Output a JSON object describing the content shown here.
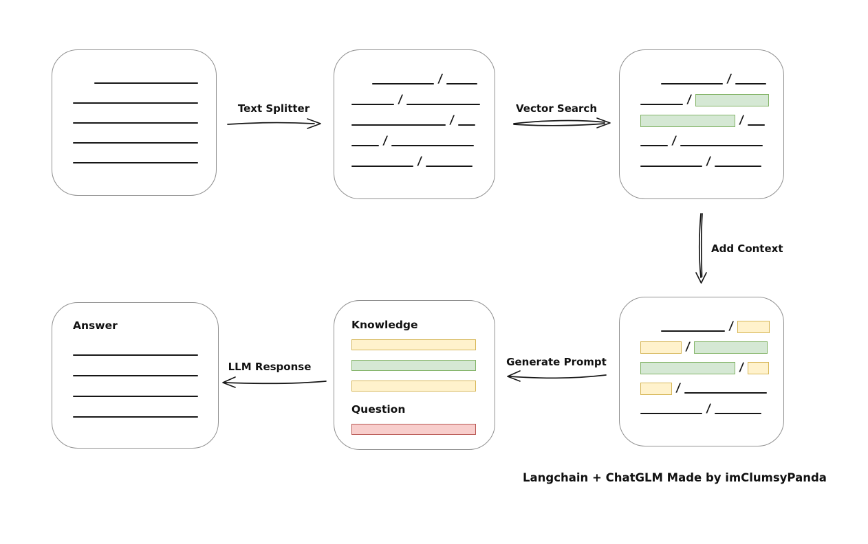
{
  "colors": {
    "background": "#ffffff",
    "box_border": "#8f8f8f",
    "stroke": "#161616",
    "green_fill": "#d5e8d4",
    "green_border": "#82b366",
    "yellow_fill": "#fff2cc",
    "yellow_border": "#d6b656",
    "red_fill": "#f8cecc",
    "red_border": "#b85450"
  },
  "glyphs": {
    "slash": "/"
  },
  "nodes": {
    "source_document": {
      "lines": [
        {
          "indent": 61,
          "w": 151
        },
        {
          "indent": 30,
          "w": 182
        },
        {
          "indent": 30,
          "w": 182
        },
        {
          "indent": 30,
          "w": 182
        },
        {
          "indent": 30,
          "w": 182
        }
      ]
    },
    "split_chunks": {
      "rows": [
        {
          "indent": 55,
          "segs": [
            {
              "k": "line",
              "w": 90
            },
            {
              "k": "slash"
            },
            {
              "k": "line",
              "w": 45
            }
          ]
        },
        {
          "indent": 25,
          "segs": [
            {
              "k": "line",
              "w": 62
            },
            {
              "k": "slash"
            },
            {
              "k": "line",
              "w": 107
            }
          ]
        },
        {
          "indent": 25,
          "segs": [
            {
              "k": "line",
              "w": 137
            },
            {
              "k": "slash"
            },
            {
              "k": "line",
              "w": 25
            }
          ]
        },
        {
          "indent": 25,
          "segs": [
            {
              "k": "line",
              "w": 40
            },
            {
              "k": "slash"
            },
            {
              "k": "line",
              "w": 120
            }
          ]
        },
        {
          "indent": 25,
          "segs": [
            {
              "k": "line",
              "w": 90
            },
            {
              "k": "slash"
            },
            {
              "k": "line",
              "w": 68
            }
          ]
        }
      ]
    },
    "matched_chunks": {
      "rows": [
        {
          "indent": 60,
          "segs": [
            {
              "k": "line",
              "w": 90
            },
            {
              "k": "slash"
            },
            {
              "k": "line",
              "w": 45
            }
          ]
        },
        {
          "indent": 30,
          "segs": [
            {
              "k": "line",
              "w": 62
            },
            {
              "k": "slash"
            },
            {
              "k": "green",
              "w": 107
            }
          ]
        },
        {
          "indent": 30,
          "segs": [
            {
              "k": "green",
              "w": 138
            },
            {
              "k": "slash"
            },
            {
              "k": "line",
              "w": 25
            }
          ]
        },
        {
          "indent": 30,
          "segs": [
            {
              "k": "line",
              "w": 40
            },
            {
              "k": "slash"
            },
            {
              "k": "line",
              "w": 120
            }
          ]
        },
        {
          "indent": 30,
          "segs": [
            {
              "k": "line",
              "w": 90
            },
            {
              "k": "slash"
            },
            {
              "k": "line",
              "w": 68
            }
          ]
        }
      ]
    },
    "context_chunks": {
      "rows": [
        {
          "indent": 60,
          "segs": [
            {
              "k": "line",
              "w": 93
            },
            {
              "k": "slash"
            },
            {
              "k": "yellow",
              "w": 47
            }
          ]
        },
        {
          "indent": 30,
          "segs": [
            {
              "k": "yellow",
              "w": 60
            },
            {
              "k": "slash"
            },
            {
              "k": "green",
              "w": 107
            }
          ]
        },
        {
          "indent": 30,
          "segs": [
            {
              "k": "green",
              "w": 138
            },
            {
              "k": "slash"
            },
            {
              "k": "yellow",
              "w": 31
            }
          ]
        },
        {
          "indent": 30,
          "segs": [
            {
              "k": "yellow",
              "w": 46
            },
            {
              "k": "slash"
            },
            {
              "k": "line",
              "w": 120
            }
          ]
        },
        {
          "indent": 30,
          "segs": [
            {
              "k": "line",
              "w": 90
            },
            {
              "k": "slash"
            },
            {
              "k": "line",
              "w": 68
            }
          ]
        }
      ]
    },
    "prompt": {
      "knowledge_label": "Knowledge",
      "knowledge_bars": [
        "yellow",
        "green",
        "yellow"
      ],
      "question_label": "Question",
      "question_bars": [
        "red"
      ]
    },
    "answer": {
      "label": "Answer",
      "lines": [
        {
          "indent": 0,
          "w": 182
        },
        {
          "indent": 0,
          "w": 182
        },
        {
          "indent": 0,
          "w": 182
        },
        {
          "indent": 0,
          "w": 182
        }
      ]
    }
  },
  "arrows": {
    "text_splitter": {
      "label": "Text Splitter"
    },
    "vector_search": {
      "label": "Vector Search"
    },
    "add_context": {
      "label": "Add Context"
    },
    "generate_prompt": {
      "label": "Generate Prompt"
    },
    "llm_response": {
      "label": "LLM Response"
    }
  },
  "footer": {
    "credit": "Langchain + ChatGLM Made by imClumsyPanda"
  }
}
